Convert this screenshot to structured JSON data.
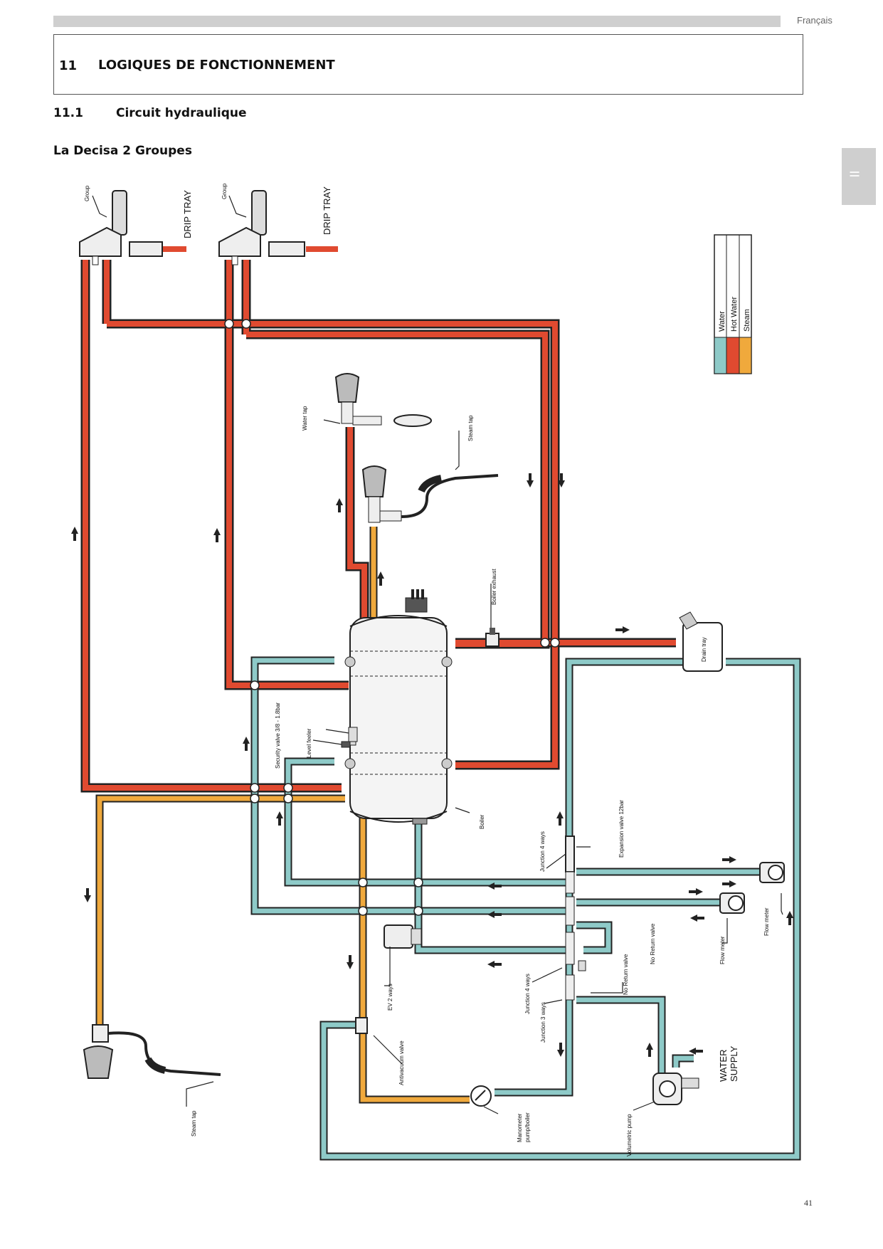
{
  "header": {
    "language": "Français"
  },
  "section": {
    "number": "11",
    "title": "LOGIQUES DE FONCTIONNEMENT"
  },
  "subsection": {
    "number": "11.1",
    "title": "Circuit hydraulique"
  },
  "figure": {
    "title": "La Decisa 2 Groupes"
  },
  "side_tab": {
    "label": "II"
  },
  "colors": {
    "water": "#8ecac8",
    "hot_water": "#e04a30",
    "steam": "#f0a93c"
  },
  "legend": {
    "water": "Water",
    "hot_water": "Hot Water",
    "steam": "Steam"
  },
  "labels": {
    "group1": "Group",
    "group2": "Group",
    "drip_tray1": "DRIP TRAY",
    "drip_tray2": "DRIP TRAY",
    "water_tap": "Water tap",
    "steam_tap_top": "Steam tap",
    "boiler_exhaust": "Boiler exhaust",
    "drain_tray": "Drain tray",
    "security_valve": "Security valve 3/8 - 1.8bar",
    "level_feeler": "Level feeler",
    "boiler": "Boiler",
    "junction_4_ways_top": "Junction 4 ways",
    "expansion_valve": "Expansion valve 12bar",
    "no_return_valve_1": "No Return valve",
    "no_return_valve_2": "No Return valve",
    "flow_meter_1": "Flow meter",
    "flow_meter_2": "Flow meter",
    "ev_2_ways": "EV 2 ways",
    "junction_4_ways_bottom": "Junction 4 ways",
    "junction_3_ways": "Junction 3 ways",
    "antivacuum_valve": "Antivacuum valve",
    "manometer_line1": "Manometer",
    "manometer_line2": "pump/boiler",
    "volumetric_pump": "Volumetric pump",
    "water_supply_line1": "WATER",
    "water_supply_line2": "SUPPLY",
    "steam_tap_bottom": "Steam tap"
  },
  "page_number": "41"
}
